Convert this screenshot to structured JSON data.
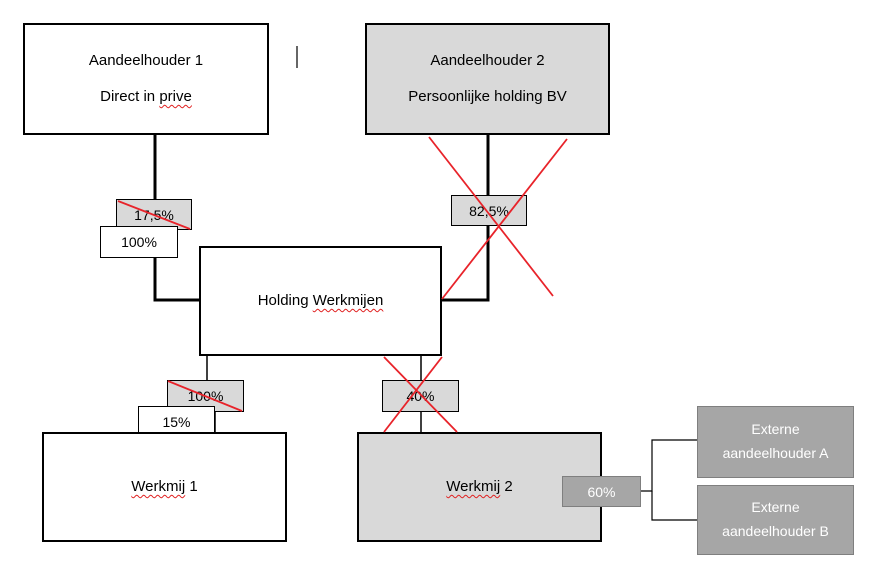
{
  "nodes": {
    "shareholder1": {
      "title": "Aandeelhouder 1",
      "subtitle": "Direct in prive"
    },
    "shareholder2": {
      "title": "Aandeelhouder 2",
      "subtitle": "Persoonlijke holding BV"
    },
    "holding": {
      "label": "Holding Werkmijen"
    },
    "werkmij1": {
      "label": "Werkmij 1"
    },
    "werkmij2": {
      "label": "Werkmij 2"
    },
    "externA": {
      "line1": "Externe",
      "line2": "aandeelhouder A"
    },
    "externB": {
      "line1": "Externe",
      "line2": "aandeelhouder B"
    }
  },
  "percentages": {
    "sh1_old": "17,5%",
    "sh1_new": "100%",
    "sh2_old": "82,5%",
    "wm1_old": "100%",
    "wm1_new": "15%",
    "wm2_old": "40%",
    "external": "60%"
  },
  "colors": {
    "cross": "#e8232a",
    "grey_fill": "#d9d9d9",
    "external_fill": "#a6a6a6"
  }
}
